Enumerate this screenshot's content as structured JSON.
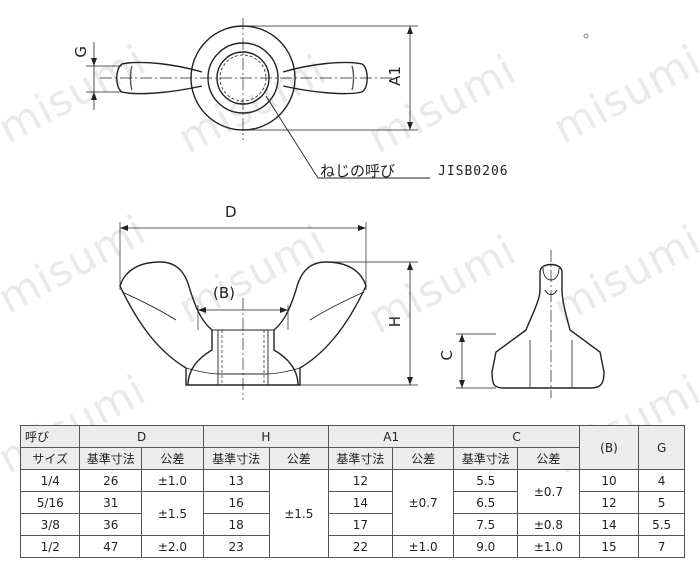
{
  "watermark": "misumi",
  "labels": {
    "g": "G",
    "a1": "A1",
    "thread_note": "ねじの呼び",
    "standard": "JISB0206",
    "d": "D",
    "b": "(B)",
    "h": "H",
    "c": "C"
  },
  "table": {
    "header1": {
      "nominal": "呼び",
      "d": "D",
      "h": "H",
      "a1": "A1",
      "c": "C",
      "b": "(B)",
      "g": "G"
    },
    "header2": {
      "size": "サイズ",
      "d_std": "基準寸法",
      "d_tol": "公差",
      "h_std": "基準寸法",
      "h_tol": "公差",
      "a1_std": "基準寸法",
      "a1_tol": "公差",
      "c_std": "基準寸法",
      "c_tol": "公差"
    },
    "rows": [
      {
        "size": "1/4",
        "d": "26",
        "d_tol": "±1.0",
        "h": "13",
        "a1": "12",
        "c": "5.5",
        "b": "10",
        "g": "4"
      },
      {
        "size": "5/16",
        "d": "31",
        "d_tol": "±1.5",
        "h": "16",
        "a1": "14",
        "c": "6.5",
        "b": "12",
        "g": "5"
      },
      {
        "size": "3/8",
        "d": "36",
        "d_tol": "",
        "h": "18",
        "a1": "17",
        "c": "7.5",
        "c_tol": "±0.8",
        "b": "14",
        "g": "5.5"
      },
      {
        "size": "1/2",
        "d": "47",
        "d_tol": "±2.0",
        "h": "23",
        "a1": "22",
        "a1_tol": "±1.0",
        "c": "9.0",
        "c_tol": "±1.0",
        "b": "15",
        "g": "7"
      }
    ],
    "h_tol_merged": "±1.5",
    "a1_tol_merged": "±0.7",
    "c_tol_merged": "±0.7"
  }
}
